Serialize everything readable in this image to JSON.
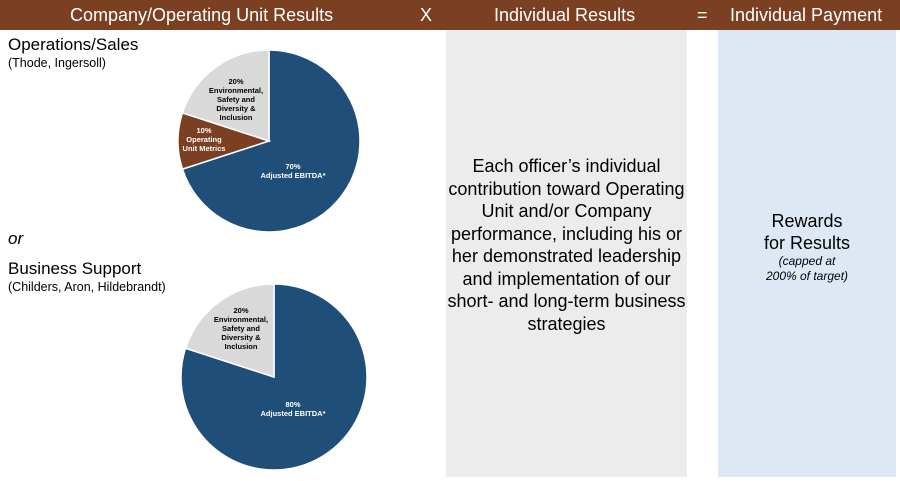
{
  "header": {
    "col1": "Company/Operating Unit Results",
    "op1": "X",
    "col2": "Individual Results",
    "op2": "=",
    "col3": "Individual Payment"
  },
  "left": {
    "group1_title": "Operations/Sales",
    "group1_people": "(Thode, Ingersoll)",
    "or": "or",
    "group2_title": "Business Support",
    "group2_people": "(Childers, Aron, Hildebrandt)"
  },
  "middle": {
    "text": "Each officer’s individual contribution toward Operating Unit and/or Company performance, including his or her demonstrated leadership and implementation of our short- and long-term business strategies"
  },
  "right": {
    "title_line1": "Rewards",
    "title_line2": "for Results",
    "note_line1": "(capped at",
    "note_line2": "200% of target)"
  },
  "chart_data": [
    {
      "type": "pie",
      "title": "Operations/Sales",
      "slices": [
        {
          "label": "Adjusted EBITDA*",
          "value": 70,
          "pct": "70%",
          "color": "#1f4e79"
        },
        {
          "label": "Operating Unit Metrics",
          "value": 10,
          "pct": "10%",
          "color": "#7b3f22"
        },
        {
          "label": "Environmental, Safety and Diversity & Inclusion",
          "value": 20,
          "pct": "20%",
          "color": "#d9d9d9"
        }
      ]
    },
    {
      "type": "pie",
      "title": "Business Support",
      "slices": [
        {
          "label": "Adjusted EBITDA*",
          "value": 80,
          "pct": "80%",
          "color": "#1f4e79"
        },
        {
          "label": "Environmental, Safety and Diversity & Inclusion",
          "value": 20,
          "pct": "20%",
          "color": "#d9d9d9"
        }
      ]
    }
  ]
}
